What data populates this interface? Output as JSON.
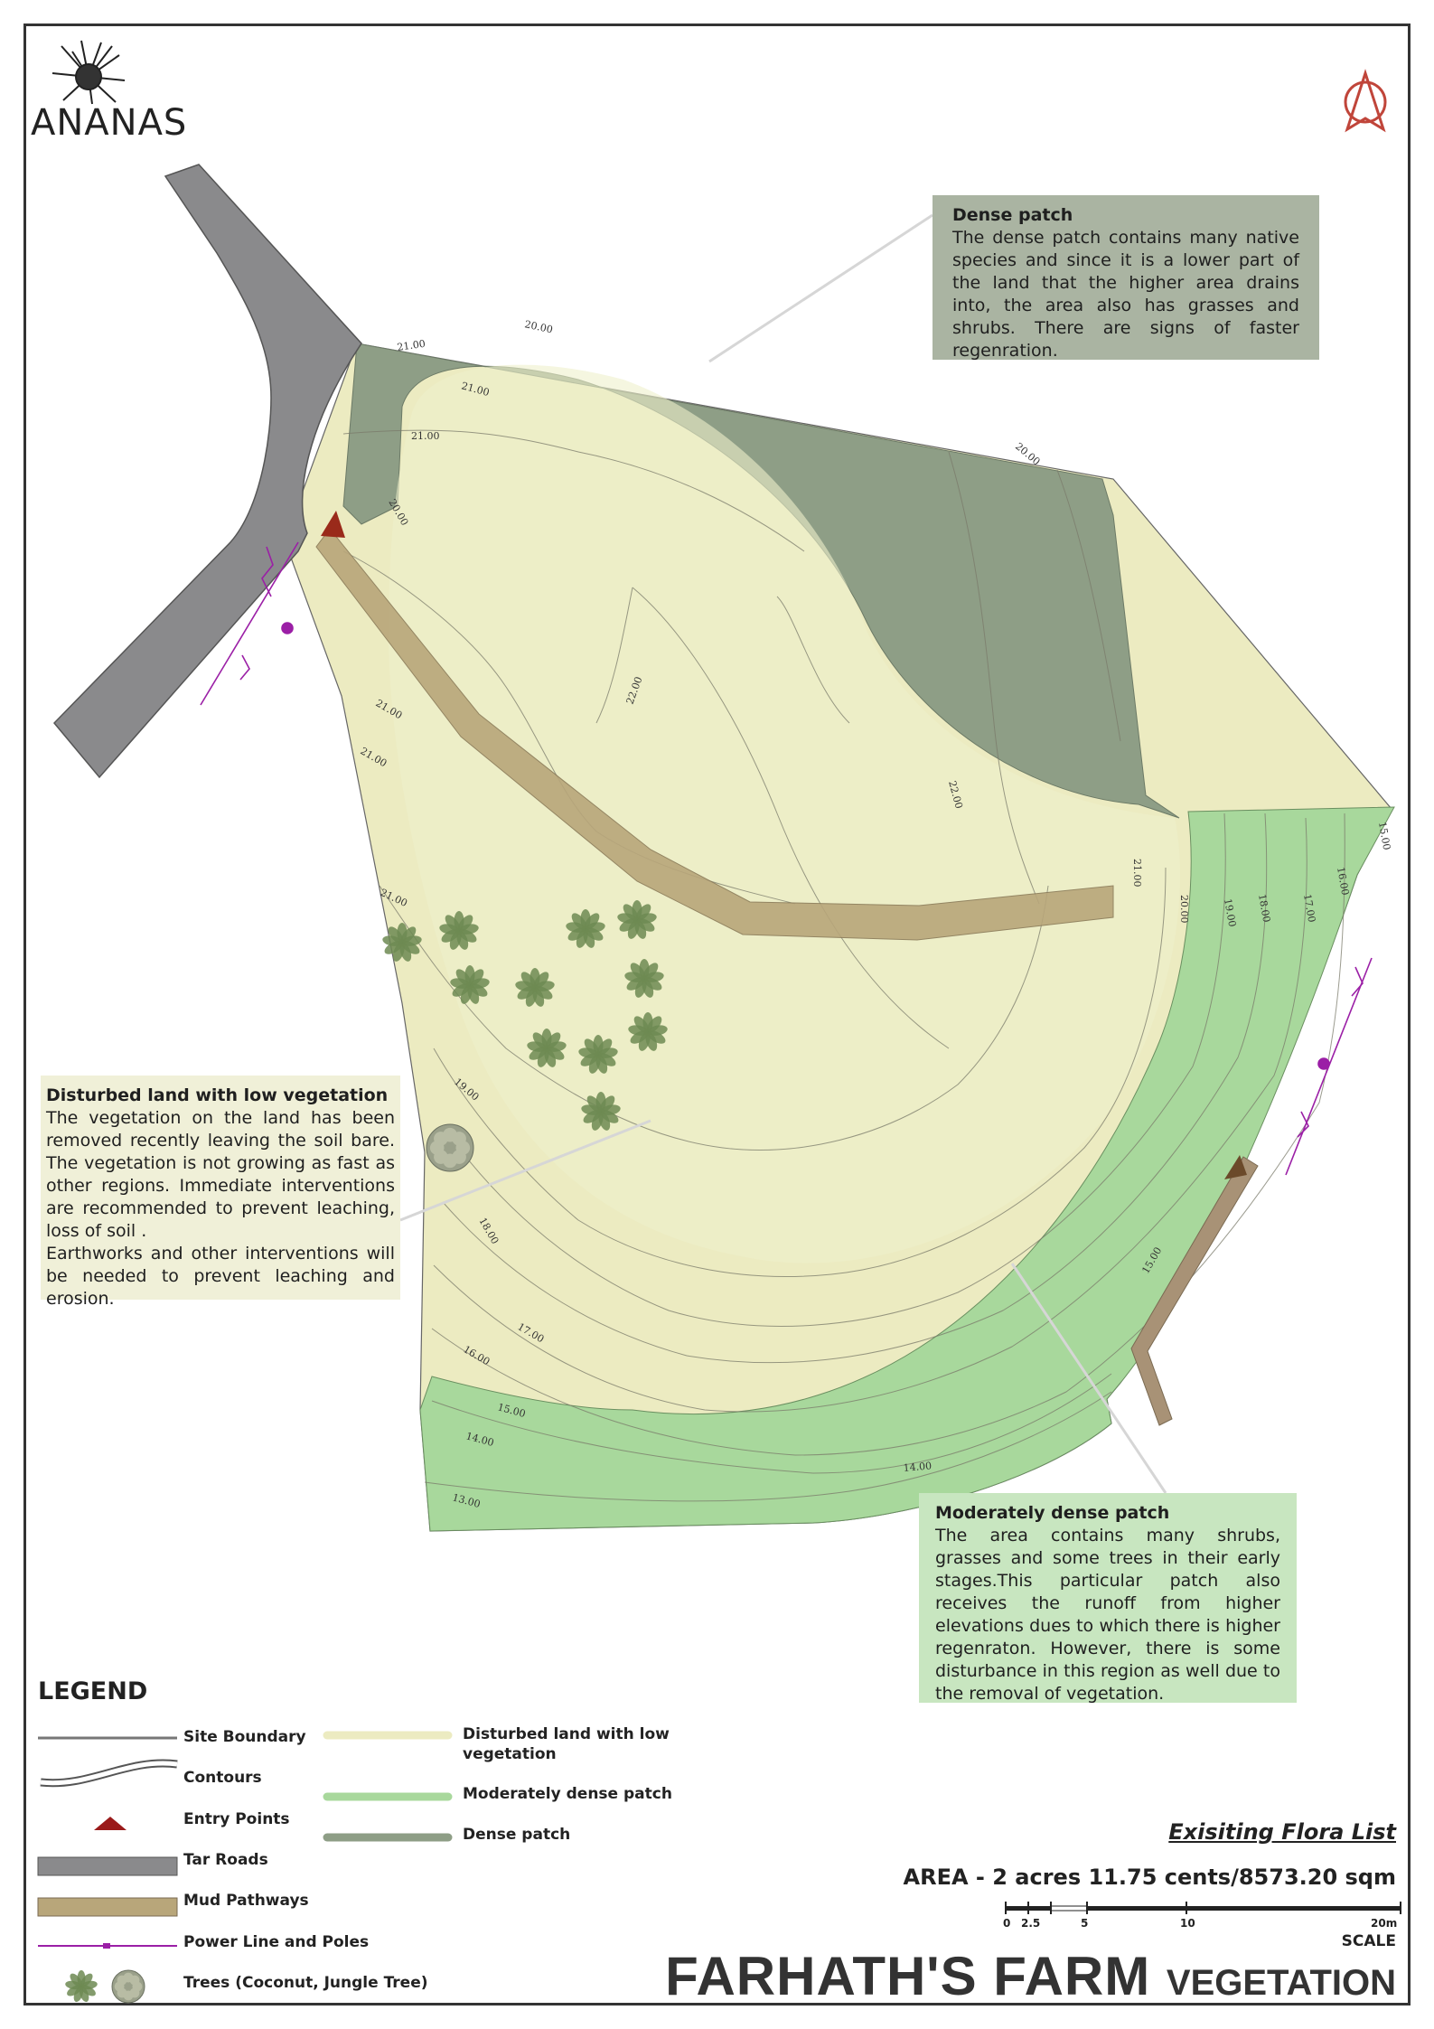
{
  "brand": {
    "logo_text": "ANANAS"
  },
  "callouts": {
    "dense": {
      "title": "Dense patch",
      "body": "The dense patch contains many native species and since it is a lower part of the land that the higher area drains into, the area also has grasses and shrubs. There are signs of faster regenration."
    },
    "disturbed": {
      "title": "Disturbed land with low vegetation",
      "body": "The vegetation on the land has been removed recently leaving the soil bare. The vegetation is not growing as fast as other regions. Immediate interventions are recommended to prevent leaching, loss of soil .",
      "body2": "Earthworks and other interventions will be needed to prevent leaching and erosion."
    },
    "moderate": {
      "title": "Moderately dense patch",
      "body": "The area contains many shrubs, grasses and some trees in their early stages.This particular patch also receives the runoff from higher elevations dues to which there is higher regenraton. However, there is some disturbance in this region as well due to the removal of vegetation."
    }
  },
  "contour_labels": [
    "21.00",
    "21.00",
    "21.00",
    "20.00",
    "20.00",
    "21.00",
    "21.00",
    "21.00",
    "22.00",
    "22.00",
    "21.00",
    "20.00",
    "19.00",
    "18.00",
    "17.00",
    "16.00",
    "15.00",
    "20.00",
    "19.00",
    "18.00",
    "17.00",
    "16.00",
    "15.00",
    "14.00",
    "13.00",
    "14.00",
    "15.00"
  ],
  "legend": {
    "title": "LEGEND",
    "items": {
      "site_boundary": "Site Boundary",
      "contours": "Contours",
      "entry_points": "Entry Points",
      "tar_roads": "Tar Roads",
      "mud_pathways": "Mud Pathways",
      "power_line": "Power Line and Poles",
      "trees": "Trees (Coconut, Jungle Tree)",
      "disturbed": "Disturbed land with low vegetation",
      "moderate": "Moderately dense patch",
      "dense": "Dense patch"
    }
  },
  "colors": {
    "disturbed": "#ecebc1",
    "moderate": "#a8d89c",
    "dense": "#8e9e86",
    "tar_road": "#8a8a8c",
    "mud_path": "#b8a67a",
    "power_line": "#9b1fa6",
    "entry": "#9a2a1a"
  },
  "flora_link": "Exisiting Flora List",
  "area": "AREA - 2 acres 11.75 cents/8573.20 sqm",
  "scale": {
    "label": "SCALE",
    "ticks": [
      "0",
      "2.5",
      "5",
      "10",
      "20m"
    ]
  },
  "title": {
    "main": "FARHATH'S FARM",
    "sub": "VEGETATION"
  }
}
